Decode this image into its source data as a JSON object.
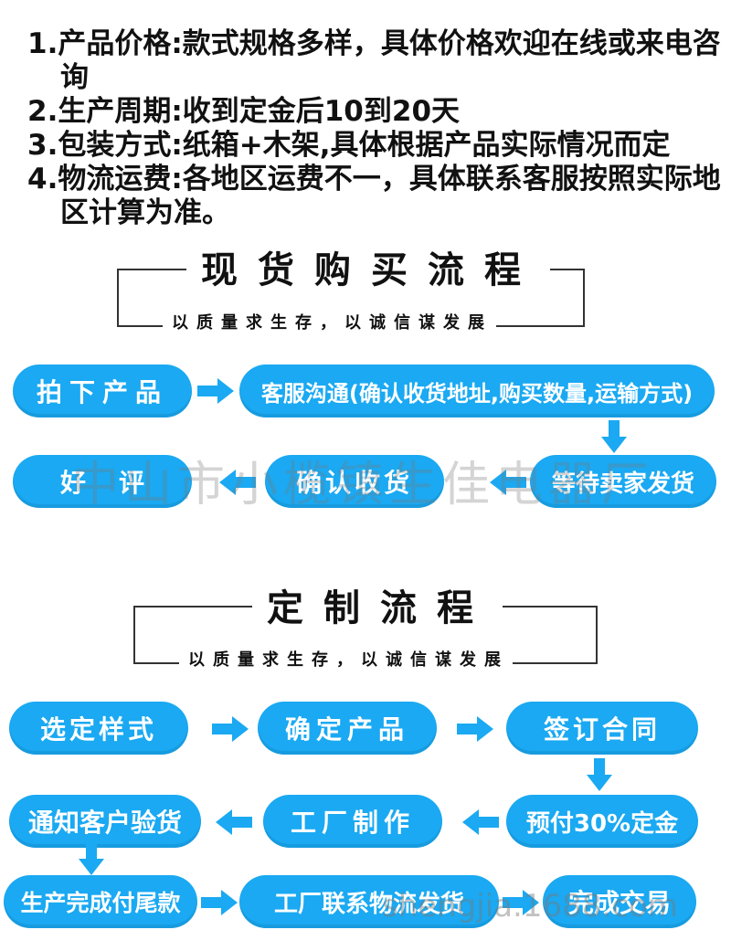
{
  "terms": [
    "1.产品价格:款式规格多样，具体价格欢迎在线或来电咨询",
    "2.生产周期:收到定金后10到20天",
    "3.包装方式:纸箱+木架,具体根据产品实际情况而定",
    "4.物流运费:各地区运费不一，具体联系客服按照实际地区计算为准。"
  ],
  "section1": {
    "title": "现货购买流程",
    "slogan": "以质量求生存，以诚信谋发展",
    "steps": [
      "拍下产品",
      "客服沟通(确认收货地址,购买数量,运输方式)",
      "等待卖家发货",
      "确认收货",
      "好评"
    ]
  },
  "section2": {
    "title": "定制流程",
    "slogan": "以质量求生存，以诚信谋发展",
    "steps": [
      "选定样式",
      "确定产品",
      "签订合同",
      "预付30%定金",
      "工厂制作",
      "通知客户验货",
      "生产完成付尾款",
      "工厂联系物流发货",
      "完成交易"
    ]
  },
  "watermark": "中山市小榄镇生佳电器厂",
  "watermark_url": "shengjia.1688.com",
  "colors": {
    "pill": "#1aa9f2",
    "arrow": "#1aa9f2"
  },
  "icons": [
    "arrow-right-icon",
    "arrow-down-icon",
    "arrow-left-icon"
  ]
}
